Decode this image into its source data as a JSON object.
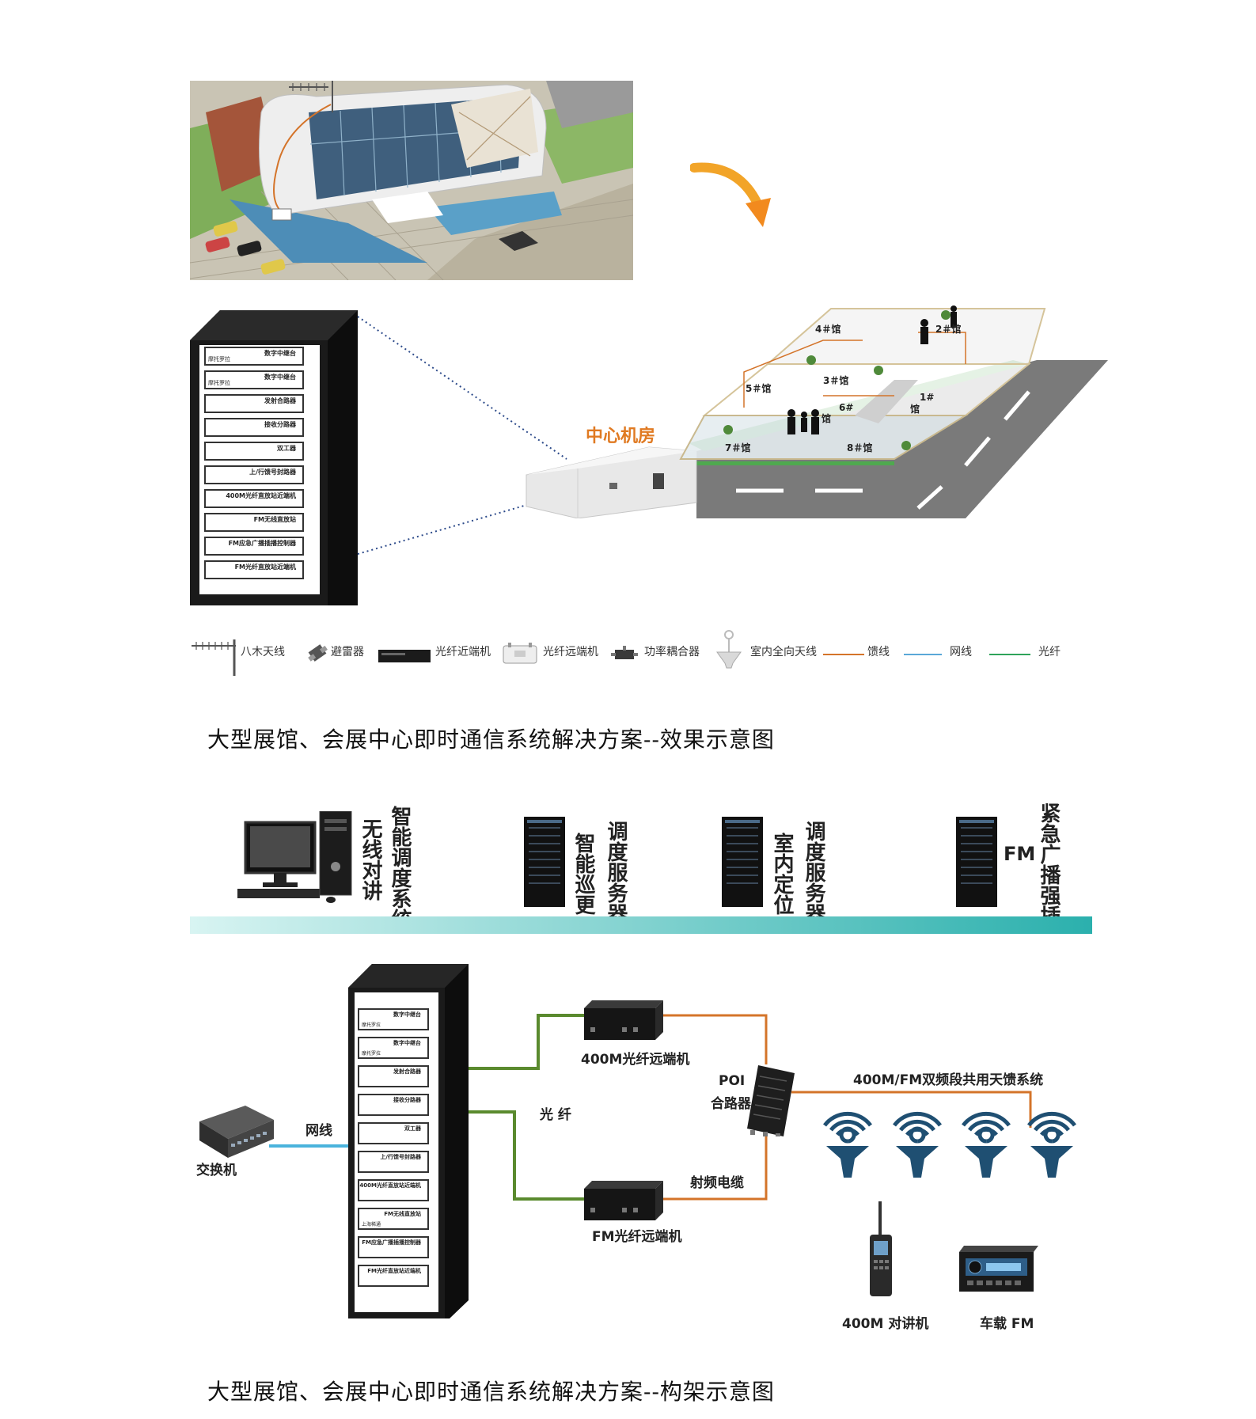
{
  "colors": {
    "feeder_orange": "#d4742a",
    "network_blue": "#5aa8d8",
    "fiber_green": "#2fa35a",
    "gradient_start": "#d8f4f2",
    "gradient_end": "#2bb0ad",
    "antenna_blue": "#1f4f72",
    "fiber_line_green": "#5a8a2e",
    "rack_black": "#111111"
  },
  "top": {
    "machine_room_label": "中心机房",
    "halls": [
      "4＃馆",
      "2＃馆",
      "5＃馆",
      "3＃馆",
      "6#",
      "1#",
      "7＃馆",
      "8＃馆",
      "馆",
      "馆"
    ],
    "rack_slots": [
      {
        "label": "数字中继台",
        "sub": "摩托罗拉"
      },
      {
        "label": "数字中继台",
        "sub": "摩托罗拉"
      },
      {
        "label": "发射合路器",
        "sub": ""
      },
      {
        "label": "接收分路器",
        "sub": ""
      },
      {
        "label": "双工器",
        "sub": ""
      },
      {
        "label": "上/行馈号封路器",
        "sub": ""
      },
      {
        "label": "400M光纤直放站近端机",
        "sub": ""
      },
      {
        "label": "FM无线直放站",
        "sub": ""
      },
      {
        "label": "FM应急广播插播控制器",
        "sub": ""
      },
      {
        "label": "FM光纤直放站近端机",
        "sub": ""
      }
    ],
    "legend": [
      {
        "icon": "yagi-antenna-icon",
        "label": "八木天线"
      },
      {
        "icon": "lightning-arrester-icon",
        "label": "避雷器"
      },
      {
        "icon": "fiber-near-end-icon",
        "label": "光纤近端机"
      },
      {
        "icon": "fiber-remote-end-icon",
        "label": "光纤远端机"
      },
      {
        "icon": "power-coupler-icon",
        "label": "功率耦合器"
      },
      {
        "icon": "indoor-omni-antenna-icon",
        "label": "室内全向天线"
      },
      {
        "icon": "feeder-line-icon",
        "label": "馈线"
      },
      {
        "icon": "network-line-icon",
        "label": "网线"
      },
      {
        "icon": "fiber-line-icon",
        "label": "光纤"
      }
    ],
    "caption": "大型展馆、会展中心即时通信系统解决方案--效果示意图"
  },
  "bottom": {
    "servers": [
      {
        "label": "无线对讲",
        "label2": "智能调度系统"
      },
      {
        "label": "智能巡更",
        "label2": "调度服务器"
      },
      {
        "label": "室内定位",
        "label2": "调度服务器"
      },
      {
        "label": "FM",
        "label2": "紧急广播强插"
      }
    ],
    "switch_label": "交换机",
    "network_line_label": "网线",
    "fiber_label": "光 纤",
    "remote_400m_label": "400M光纤远端机",
    "remote_fm_label": "FM光纤远端机",
    "poi_label_1": "POI",
    "poi_label_2": "合路器",
    "rf_cable_label": "射频电缆",
    "antenna_system_label": "400M/FM双频段共用天馈系统",
    "walkie_label": "400M 对讲机",
    "car_fm_label": "车载 FM",
    "rack_slots": [
      {
        "label": "数字中继台",
        "sub": "摩托罗拉"
      },
      {
        "label": "数字中继台",
        "sub": "摩托罗拉"
      },
      {
        "label": "发射合路器",
        "sub": ""
      },
      {
        "label": "接收分路器",
        "sub": ""
      },
      {
        "label": "双工器",
        "sub": ""
      },
      {
        "label": "上/行馈号封路器",
        "sub": ""
      },
      {
        "label": "400M光纤直放站近端机",
        "sub": ""
      },
      {
        "label": "FM无线直放站",
        "sub": "上海稀通"
      },
      {
        "label": "FM应急广播插播控制器",
        "sub": ""
      },
      {
        "label": "FM光纤直放站近端机",
        "sub": ""
      }
    ],
    "caption": "大型展馆、会展中心即时通信系统解决方案--构架示意图"
  }
}
